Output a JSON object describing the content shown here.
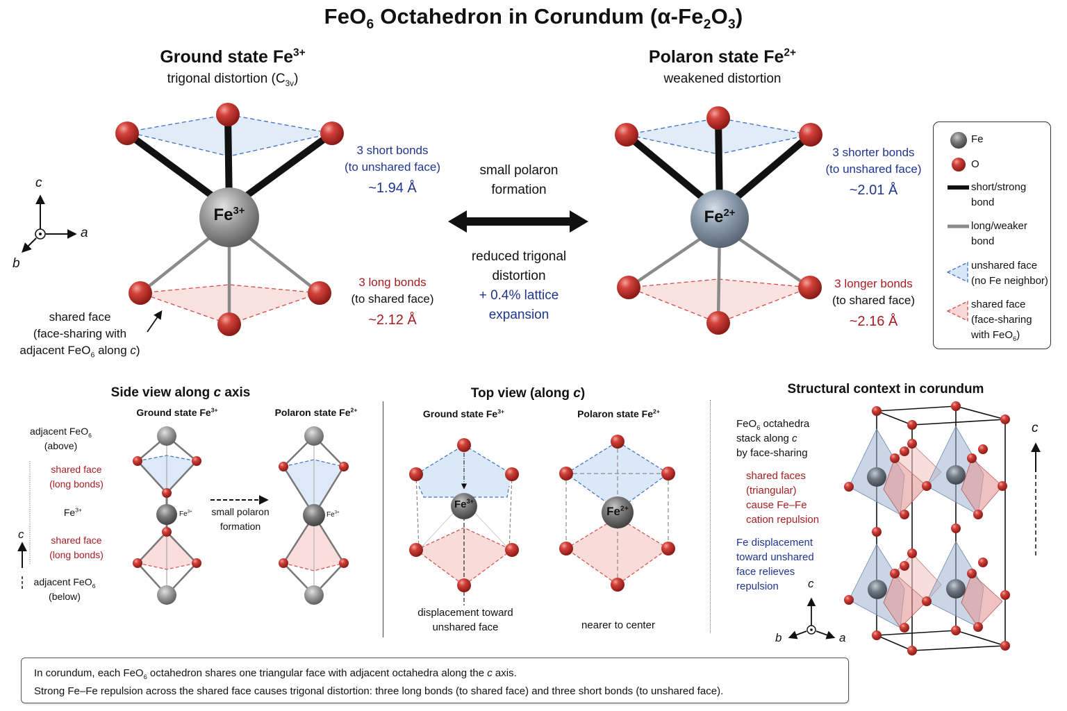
{
  "title": {
    "pre": "FeO",
    "sub1": "6",
    "mid": " Octahedron in Corundum (α-Fe",
    "sub2": "2",
    "mid2": "O",
    "sub3": "3",
    "post": ")"
  },
  "colors": {
    "fe_ground": "#8e8e8e",
    "fe_polaron": "#7f8fa0",
    "oxygen": "#c62f2a",
    "short_bond": "#111111",
    "long_bond": "#8a8a8a",
    "unshared_face": "#3a6fc8",
    "shared_face": "#d84a4a",
    "label_blue": "#1f3590",
    "label_red": "#a71d22"
  },
  "ground": {
    "heading": "Ground state Fe",
    "heading_sup": "3+",
    "subtitle_pre": "trigonal distortion (C",
    "subtitle_sub": "3v",
    "subtitle_post": ")",
    "atom_label": "Fe",
    "atom_sup": "3+",
    "short_bonds": {
      "line1": "3 short bonds",
      "line2": "(to unshared face)",
      "value": "~1.94 Å"
    },
    "long_bonds": {
      "line1": "3 long bonds",
      "line2": "(to shared face)",
      "value": "~2.12 Å"
    },
    "shared_face_note": {
      "line1": "shared face",
      "line2": "(face-sharing with",
      "line3_pre": "adjacent FeO",
      "line3_sub": "6",
      "line3_mid": " along ",
      "line3_it": "c",
      "line3_post": ")"
    }
  },
  "polaron": {
    "heading": "Polaron state Fe",
    "heading_sup": "2+",
    "subtitle": "weakened distortion",
    "atom_label": "Fe",
    "atom_sup": "2+",
    "short_bonds": {
      "line1": "3 shorter bonds",
      "line2": "(to unshared face)",
      "value": "~2.01 Å"
    },
    "long_bonds": {
      "line1": "3 longer bonds",
      "line2": "(to shared face)",
      "value": "~2.16 Å"
    }
  },
  "transition": {
    "top1": "small polaron",
    "top2": "formation",
    "bottom1": "reduced trigonal",
    "bottom2": "distortion",
    "blue1": "+ 0.4% lattice",
    "blue2": "expansion"
  },
  "axes": {
    "c": "c",
    "a": "a",
    "b": "b"
  },
  "legend": {
    "items": [
      {
        "label": "Fe",
        "icon": "fe-sphere-icon"
      },
      {
        "label": "O",
        "icon": "oxygen-sphere-icon"
      },
      {
        "label": "short/strong",
        "label2": "bond",
        "icon": "short-bond-icon"
      },
      {
        "label": "long/weaker",
        "label2": "bond",
        "icon": "long-bond-icon"
      },
      {
        "label": "unshared face",
        "label2": "(no Fe neighbor)",
        "icon": "unshared-face-icon"
      },
      {
        "label": "shared face",
        "label2": "(face-sharing",
        "label3_pre": "with FeO",
        "label3_sub": "6",
        "label3_post": ")",
        "icon": "shared-face-icon"
      }
    ]
  },
  "side_view": {
    "title_pre": "Side view along ",
    "title_it": "c",
    "title_post": " axis",
    "ground_label": "Ground state Fe",
    "ground_sup": "3+",
    "polaron_label": "Polaron state Fe",
    "polaron_sup": "2+",
    "adj_above1_pre": "adjacent FeO",
    "adj_above1_sub": "6",
    "adj_above2": "(above)",
    "shared1a": "shared face",
    "shared1b": "(long bonds)",
    "fe_label": "Fe",
    "fe_sup": "3+",
    "shared2a": "shared face",
    "shared2b": "(long bonds)",
    "adj_below1_pre": "adjacent FeO",
    "adj_below1_sub": "6",
    "adj_below2": "(below)",
    "axis_c": "c",
    "arrow_label1": "small polaron",
    "arrow_label2": "formation",
    "small_fe_ground": "Fe",
    "small_fe_ground_sup": "3+",
    "small_fe_polaron": "Fe",
    "small_fe_polaron_sup": "3+"
  },
  "top_view": {
    "title_pre": "Top view (along ",
    "title_it": "c",
    "title_post": ")",
    "ground_label": "Ground state Fe",
    "ground_sup": "3+",
    "polaron_label": "Polaron state Fe",
    "polaron_sup": "2+",
    "ground_atom": "Fe",
    "ground_atom_sup": "3+",
    "polaron_atom": "Fe",
    "polaron_atom_sup": "2+",
    "ground_caption1": "displacement toward",
    "ground_caption2": "unshared face",
    "polaron_caption": "nearer to center"
  },
  "context": {
    "title": "Structural context in corundum",
    "black1_pre": "FeO",
    "black1_sub": "6",
    "black1_post": " octahedra",
    "black2_pre": "stack along ",
    "black2_it": "c",
    "black3": "by face-sharing",
    "red1": "shared faces",
    "red2": "(triangular)",
    "red3": "cause Fe–Fe",
    "red4": "cation repulsion",
    "blue1": "Fe displacement",
    "blue2": "toward unshared",
    "blue3": "face relieves",
    "blue4": "repulsion",
    "axis_c": "c",
    "axis_a": "a",
    "axis_b": "b",
    "stack_axis": "c"
  },
  "note": {
    "line1_pre": "In corundum, each FeO",
    "line1_sub": "6",
    "line1_mid": " octahedron shares one triangular face with adjacent octahedra along the ",
    "line1_it": "c",
    "line1_post": " axis.",
    "line2": "Strong Fe–Fe repulsion across the shared face causes trigonal distortion: three long bonds (to shared face) and three short bonds (to unshared face)."
  }
}
